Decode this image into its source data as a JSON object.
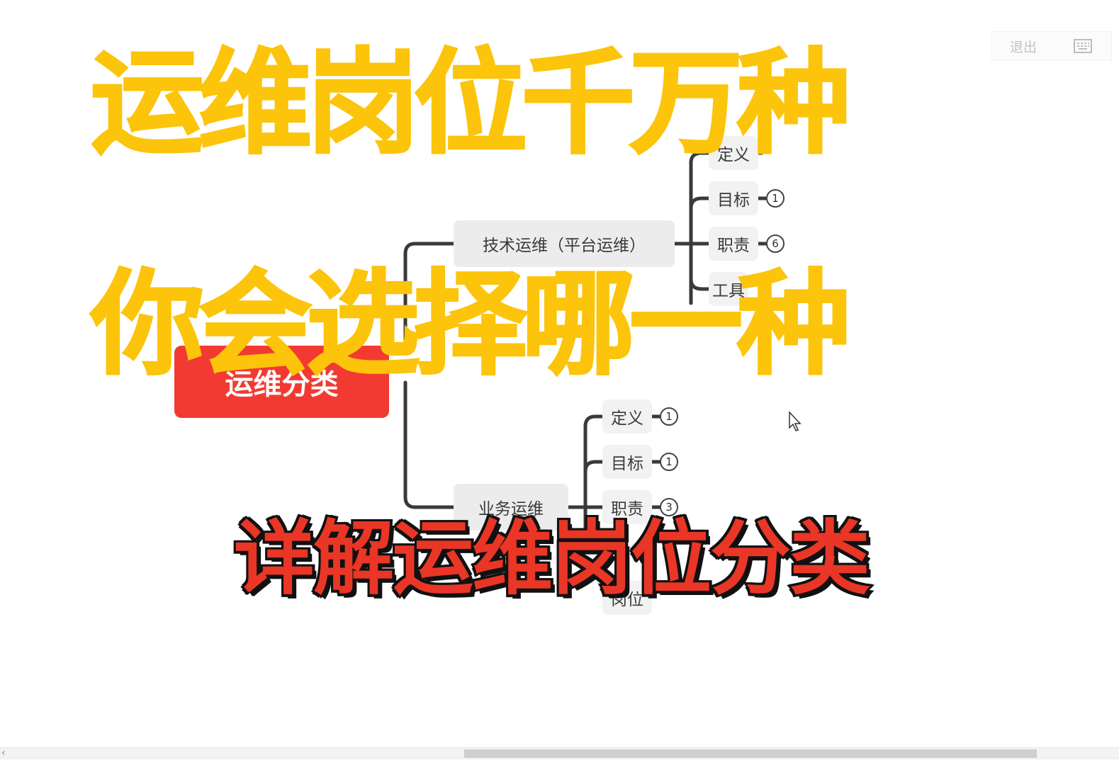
{
  "toolbar": {
    "exit_label": "退出",
    "keyboard_icon": "keyboard-icon"
  },
  "mindmap": {
    "root_label": "运维分类",
    "branches": [
      {
        "label": "技术运维（平台运维）",
        "children": [
          {
            "label": "定义",
            "count": ""
          },
          {
            "label": "目标",
            "count": "1"
          },
          {
            "label": "职责",
            "count": "6"
          },
          {
            "label": "工具",
            "count": ""
          }
        ]
      },
      {
        "label": "业务运维",
        "children": [
          {
            "label": "定义",
            "count": "1"
          },
          {
            "label": "目标",
            "count": "1"
          },
          {
            "label": "职责",
            "count": "3"
          },
          {
            "label": "岗位",
            "count": ""
          }
        ]
      }
    ]
  },
  "overlay": {
    "title_line1": "运维岗位千万种",
    "title_line2": "你会选择哪一种",
    "subtitle": "详解运维岗位分类"
  },
  "colors": {
    "title_yellow": "#fcc40a",
    "subtitle_red": "#ea3626",
    "root_red": "#f23a32"
  }
}
